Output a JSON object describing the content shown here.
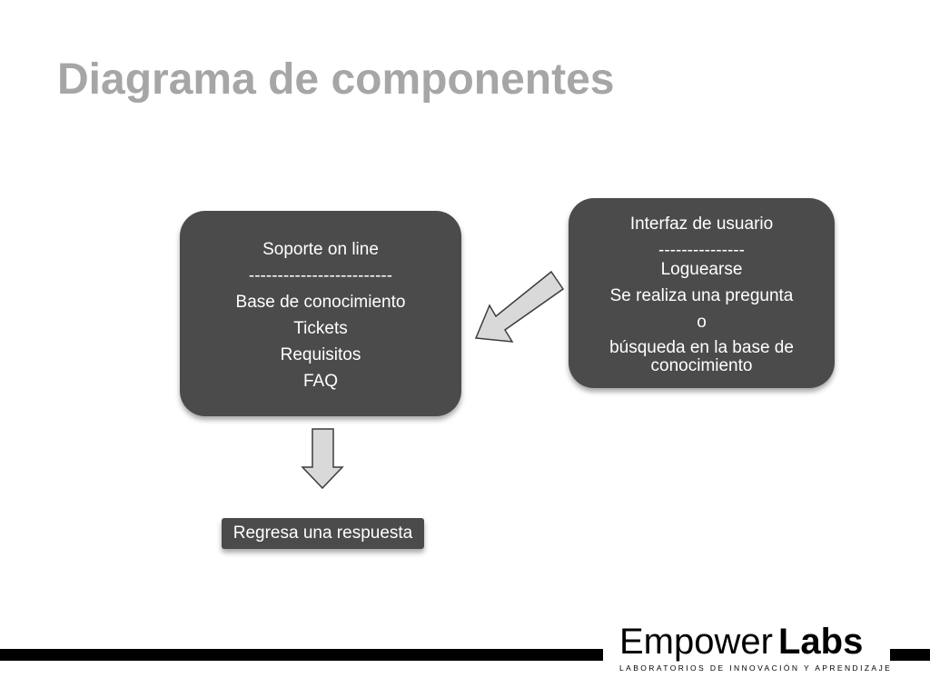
{
  "slide": {
    "title": "Diagrama de componentes"
  },
  "diagram": {
    "soporte_box": {
      "title": "Soporte on line",
      "separator": "-------------------------",
      "items": [
        "Base de conocimiento",
        "Tickets",
        "Requisitos",
        "FAQ"
      ]
    },
    "interfaz_box": {
      "title": "Interfaz de usuario",
      "separator": "---------------",
      "lines": [
        "Loguearse",
        "Se realiza una pregunta",
        "o",
        "búsqueda en la base de conocimiento"
      ]
    },
    "respuesta_box": {
      "label": "Regresa una respuesta"
    },
    "colors": {
      "box_fill": "#4b4b4b",
      "box_text": "#ffffff",
      "title_text": "#a6a6a6",
      "arrow_fill": "#d9d9d9",
      "arrow_stroke": "#3c3c3c"
    },
    "arrows": [
      {
        "from": "interfaz_box",
        "to": "soporte_box"
      },
      {
        "from": "soporte_box",
        "to": "respuesta_box"
      }
    ]
  },
  "footer": {
    "logo_word_light": "Empower",
    "logo_word_bold": "Labs",
    "logo_tagline": "LABORATORIOS DE INNOVACIÓN Y APRENDIZAJE"
  }
}
